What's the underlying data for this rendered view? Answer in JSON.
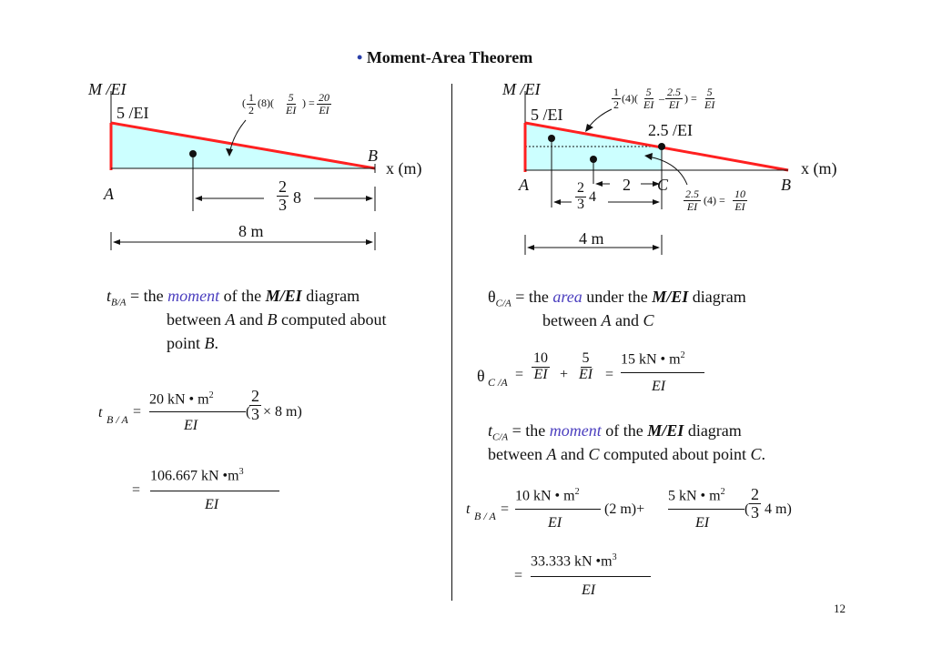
{
  "title": "Moment-Area Theorem",
  "bullet": "•",
  "page_number": "12",
  "left": {
    "axis_label": "M /EI",
    "value_label": "5 /EI",
    "point_a": "A",
    "point_b": "B",
    "x_axis": "x (m)",
    "area_formula": {
      "n1": "1",
      "d1": "2",
      "mid": "(8)(",
      "n2": "5",
      "d2": "EI",
      "tail": ") =",
      "n3": "20",
      "d3": "EI"
    },
    "lever": {
      "num": "2",
      "den": "3",
      "val": "8"
    },
    "span": "8 m",
    "text_line1_var": "t",
    "text_line1_sub": "B/A",
    "text_line1_eq": " = the ",
    "text_line1_key": "moment",
    "text_line1_rest": " of the ",
    "text_line1_bold": "M/EI",
    "text_line1_end": " diagram",
    "text_line2a": "between ",
    "text_line2_A": "A",
    "text_line2b": " and ",
    "text_line2_B": "B",
    "text_line2c": " computed about",
    "text_line3a": "point ",
    "text_line3_B": "B",
    "text_line3b": ".",
    "eq1": {
      "lhs": "t",
      "lhs_sub": "B / A",
      "eq": "=",
      "num": "20 kN • m",
      "num_sup": "2",
      "den": "EI",
      "paren_open": "(",
      "fnum": "2",
      "fden": "3",
      "times": "× 8 m)"
    },
    "eq2": {
      "eq": "=",
      "num": "106.667 kN •m",
      "num_sup": "3",
      "den": "EI"
    }
  },
  "right": {
    "axis_label": "M /EI",
    "value_label": "5 /EI",
    "value_label2": "2.5 /EI",
    "point_a": "A",
    "point_b": "B",
    "point_c": "C",
    "x_axis": "x (m)",
    "area_formula": {
      "n1": "1",
      "d1": "2",
      "mid": "(4)(",
      "n2": "5",
      "d2": "EI",
      "minus": "–",
      "n3": "2.5",
      "d3": "EI",
      "tail": ") =",
      "n4": "5",
      "d4": "EI"
    },
    "rect_formula": {
      "n1": "2.5",
      "d1": "EI",
      "mid": "(4) =",
      "n2": "10",
      "d2": "EI"
    },
    "lever": {
      "num": "2",
      "den": "3",
      "val": "4"
    },
    "arrow_2": "2",
    "span": "4 m",
    "theta_var": "θ",
    "theta_sub": "C/A",
    "theta_eq": " = the ",
    "theta_key": "area",
    "theta_rest": " under the ",
    "theta_bold": "M/EI",
    "theta_end": " diagram",
    "theta_line2a": "between ",
    "theta_line2_A": "A",
    "theta_line2b": " and ",
    "theta_line2_C": "C",
    "eq_theta": {
      "lhs": "θ",
      "lhs_sub": "C /A",
      "eq": "=",
      "n1": "10",
      "d1": "EI",
      "plus": "+",
      "n2": "5",
      "d2": "EI",
      "eq2": "=",
      "n3": "15 kN • m",
      "n3_sup": "2",
      "d3": "EI"
    },
    "t_line1_var": "t",
    "t_line1_sub": "C/A",
    "t_line1_eq": " = the ",
    "t_line1_key": "moment",
    "t_line1_rest": " of the ",
    "t_line1_bold": "M/EI",
    "t_line1_end": " diagram",
    "t_line2a": "between ",
    "t_line2_A": "A",
    "t_line2b": " and ",
    "t_line2_C": "C",
    "t_line2c": " computed about point ",
    "t_line2_Cpt": "C",
    "t_line2d": ".",
    "eq_t": {
      "lhs": "t",
      "lhs_sub": "B / A",
      "eq": "=",
      "n1": "10 kN • m",
      "n1_sup": "2",
      "d1": "EI",
      "mid": "(2 m)+",
      "n2": "5 kN • m",
      "n2_sup": "2",
      "d2": "EI",
      "paren": "(",
      "fnum": "2",
      "fden": "3",
      "tail": "4 m)"
    },
    "eq_t2": {
      "eq": "=",
      "num": "33.333 kN •m",
      "num_sup": "3",
      "den": "EI"
    }
  },
  "colors": {
    "fill": "#ccffff",
    "line": "#ff2020",
    "accent": "#4b3fbf",
    "bullet": "#2a3fa8"
  }
}
